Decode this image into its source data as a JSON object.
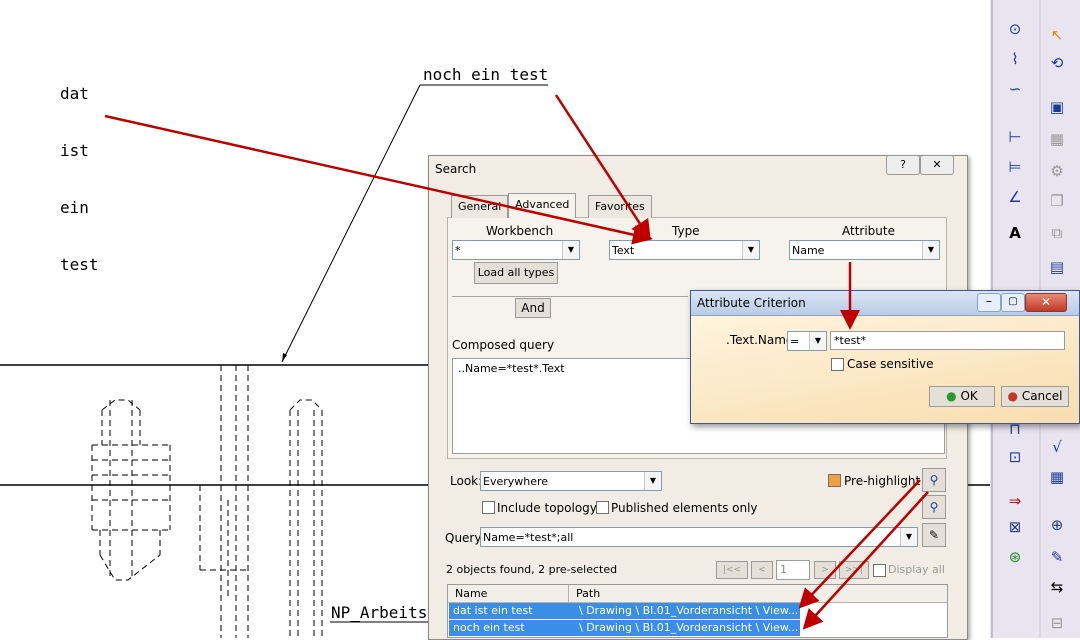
{
  "drawing": {
    "note_lines": [
      "dat",
      "ist",
      "ein",
      "test"
    ],
    "note_label": "noch ein test",
    "bottom_label": "NP_Arbeits"
  },
  "search_dialog": {
    "title": "Search",
    "help": "?",
    "close": "✕",
    "tabs": [
      "General",
      "Advanced",
      "Favorites"
    ],
    "active_tab": "Advanced",
    "workbench_label": "Workbench",
    "workbench_value": "*",
    "type_label": "Type",
    "type_value": "Text",
    "attribute_label": "Attribute",
    "attribute_value": "Name",
    "load_all_types": "Load all types",
    "and_button": "And",
    "composed_query_label": "Composed query",
    "composed_query_value": "..Name=*test*.Text",
    "look_label": "Look:",
    "look_value": "Everywhere",
    "pre_highlight": "Pre-highlight",
    "include_topology": "Include topology",
    "published_only": "Published elements only",
    "query_label": "Query:",
    "query_value": "Name=*test*;all",
    "found_text": "2 objects found, 2 pre-selected",
    "page_number": "1",
    "display_all": "Display all",
    "columns": [
      "Name",
      "Path"
    ],
    "rows": [
      {
        "name": "dat ist ein test",
        "path": "\\ Drawing \\ Bl.01_Vorderansicht \\ View..."
      },
      {
        "name": "noch ein test",
        "path": "\\ Drawing \\ Bl.01_Vorderansicht \\ View..."
      }
    ]
  },
  "attribute_dialog": {
    "title": "Attribute Criterion",
    "label": ".Text.Name",
    "operator": "=",
    "value": "*test*",
    "case_sensitive": "Case sensitive",
    "ok": "OK",
    "cancel": "Cancel"
  },
  "colors": {
    "annotation_arrow": "#c00000",
    "selection": "#3a8ee6",
    "toolbar": "#e8e4f0"
  }
}
